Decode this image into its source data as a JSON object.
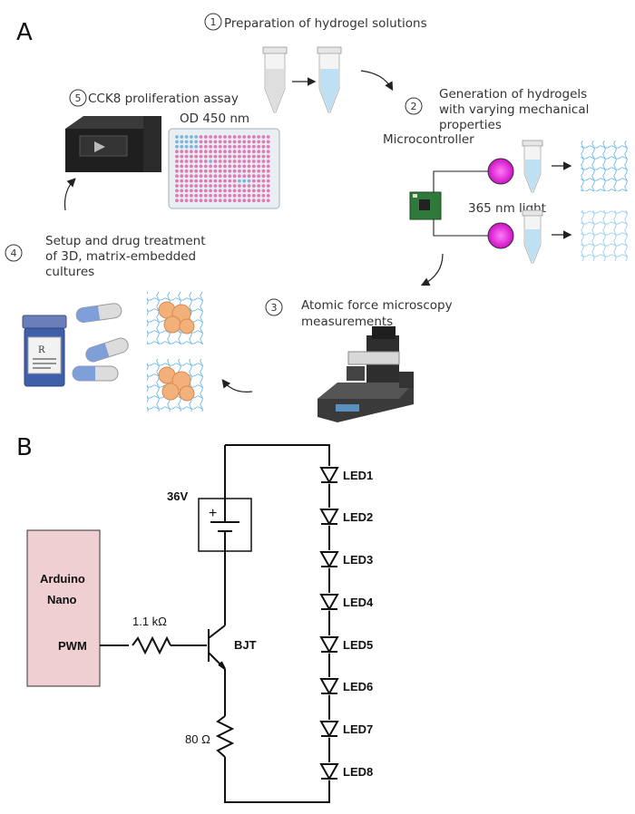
{
  "panel_a": {
    "label": "A",
    "steps": [
      {
        "num": "1",
        "text": "Preparation of hydrogel solutions"
      },
      {
        "num": "2",
        "lines": [
          "Generation of hydrogels",
          "with varying mechanical",
          "properties"
        ]
      },
      {
        "num": "3",
        "lines": [
          "Atomic force microscopy",
          "measurements"
        ]
      },
      {
        "num": "4",
        "lines": [
          "Setup and drug treatment",
          "of 3D, matrix-embedded",
          "cultures"
        ]
      },
      {
        "num": "5",
        "text": "CCK8 proliferation assay"
      }
    ],
    "od_label": "OD 450 nm",
    "microcontroller_label": "Microcontroller",
    "light_label": "365 nm light",
    "colors": {
      "magenta": "#e020d8",
      "plate_pink": "#e07ab8",
      "plate_blue": "#7ab6e0",
      "tube_blue": "#bfe0f2",
      "mesh_blue": "#5aaee0"
    }
  },
  "panel_b": {
    "label": "B",
    "supply_label": "36V",
    "battery_plus": "+",
    "arduino_lines": [
      "Arduino",
      "Nano"
    ],
    "pwm_label": "PWM",
    "r1_label": "1.1 kΩ",
    "bjt_label": "BJT",
    "r2_label": "80 Ω",
    "leds": [
      "LED1",
      "LED2",
      "LED3",
      "LED4",
      "LED5",
      "LED6",
      "LED7",
      "LED8"
    ],
    "colors": {
      "arduino_fill": "#efcfd2",
      "wire": "#111111"
    }
  }
}
